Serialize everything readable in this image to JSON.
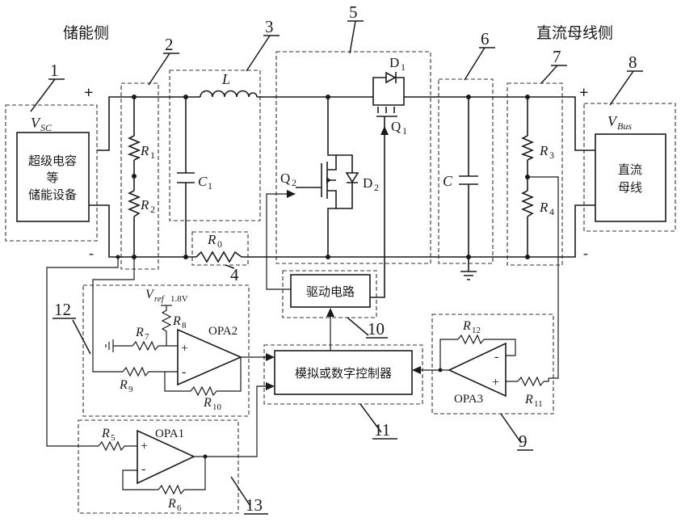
{
  "headings": {
    "storage_side": "储能侧",
    "bus_side": "直流母线侧"
  },
  "numbers": [
    "1",
    "2",
    "3",
    "4",
    "5",
    "6",
    "7",
    "8",
    "9",
    "10",
    "11",
    "12",
    "13"
  ],
  "blocks": {
    "sc_l1": "超级电容",
    "sc_l2": "等",
    "sc_l3": "储能设备",
    "bus_l1": "直流",
    "bus_l2": "母线",
    "driver": "驱动电路",
    "controller": "模拟或数字控制器"
  },
  "signs": {
    "plus": "+",
    "minus": "-"
  },
  "labels": {
    "vsc_v": "V",
    "vsc_sub": "SC",
    "vbus_v": "V",
    "vbus_sub": "Bus",
    "L": "L",
    "R1": "R",
    "R1s": "1",
    "R2": "R",
    "R2s": "2",
    "R3": "R",
    "R3s": "3",
    "R4": "R",
    "R4s": "4",
    "R0": "R",
    "R0s": "0",
    "R5": "R",
    "R5s": "5",
    "R6": "R",
    "R6s": "6",
    "R7": "R",
    "R7s": "7",
    "R8": "R",
    "R8s": "8",
    "R9": "R",
    "R9s": "9",
    "R10": "R",
    "R10s": "10",
    "R11": "R",
    "R11s": "11",
    "R12": "R",
    "R12s": "12",
    "C1": "C",
    "C1s": "1",
    "C": "C",
    "D1": "D",
    "D1s": "1",
    "D2": "D",
    "D2s": "2",
    "Q1": "Q",
    "Q1s": "1",
    "Q2": "Q",
    "Q2s": "2",
    "vref": "V",
    "vref_sub": "ref",
    "vref_val": "1.8V",
    "opa1": "OPA1",
    "opa2": "OPA2",
    "opa3": "OPA3"
  }
}
